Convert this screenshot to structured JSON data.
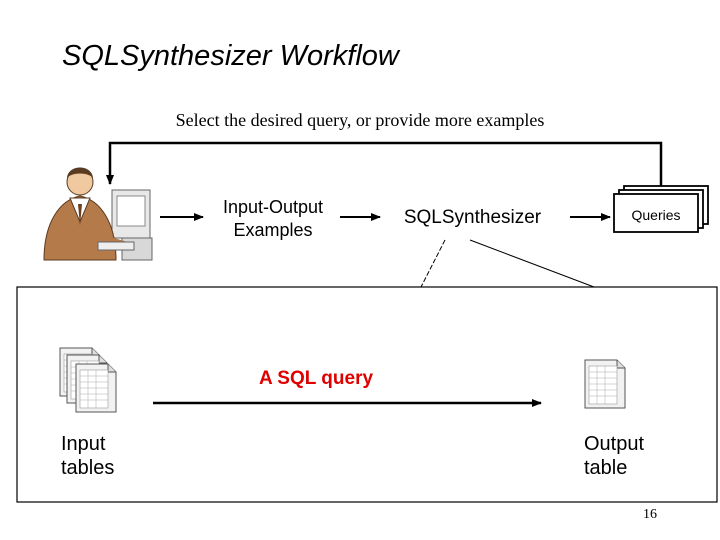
{
  "slide": {
    "title": "SQLSynthesizer Workflow",
    "page_number": "16"
  },
  "workflow": {
    "feedback_label": "Select the desired query, or provide more examples",
    "io_examples_label": "Input-Output Examples",
    "synthesizer_label": "SQLSynthesizer",
    "queries_label": "Queries"
  },
  "detail": {
    "sql_query_label": "A SQL query",
    "input_tables_label": "Input tables",
    "output_table_label": "Output table"
  },
  "colors": {
    "accent_red": "#e00000"
  },
  "icons": {
    "user": "person-at-computer-icon",
    "input_tables": "stacked-spreadsheets-icon",
    "output_table": "spreadsheet-icon"
  }
}
